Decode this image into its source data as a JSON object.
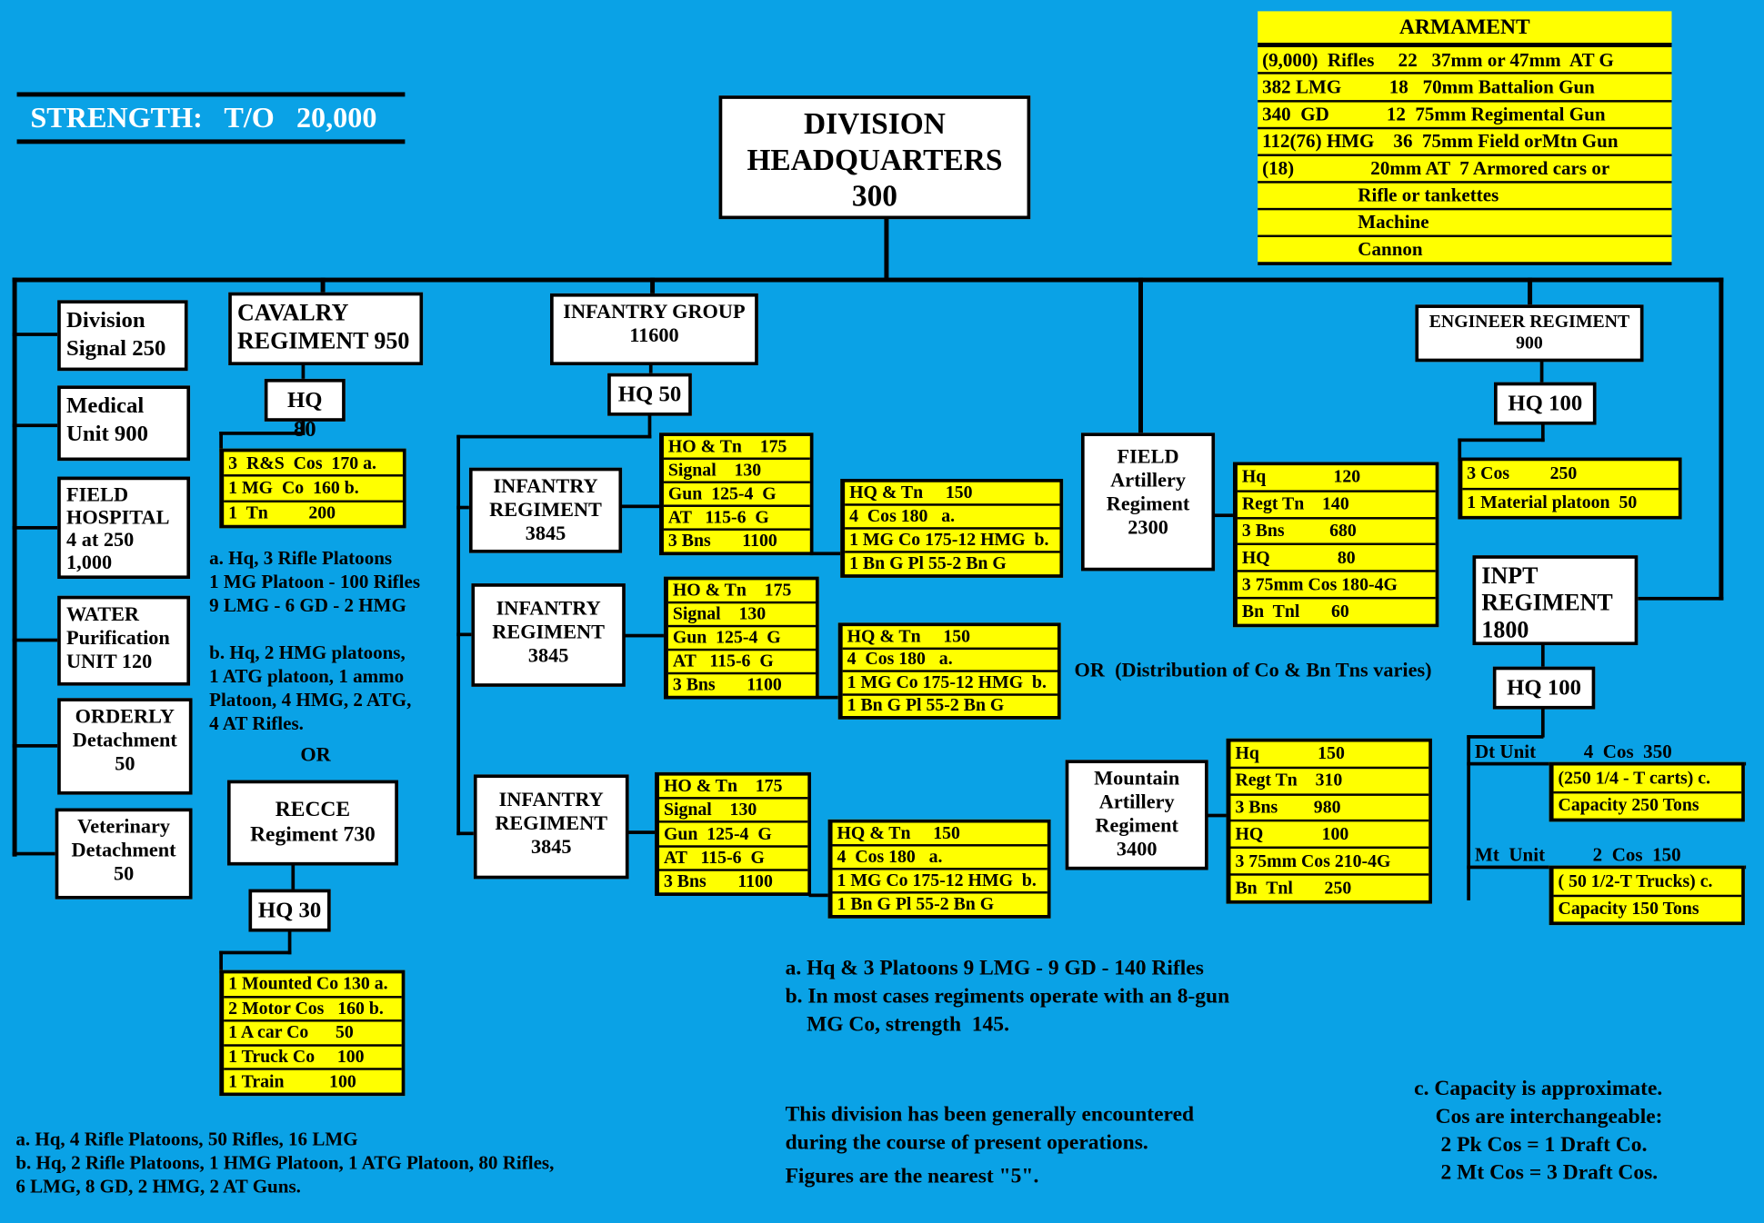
{
  "strength": "STRENGTH:   T/O   20,000",
  "hq": "DIVISION\nHEADQUARTERS\n300",
  "armament": {
    "title": "ARMAMENT",
    "rows": [
      "(9,000)  Rifles     22   37mm or 47mm  AT G",
      "382 LMG          18   70mm Battalion Gun",
      "340  GD            12  75mm Regimental Gun",
      "112(76) HMG    36  75mm Field orMtn Gun",
      "(18)                20mm AT  7 Armored cars or",
      "                    Rifle or tankettes",
      "                    Machine",
      "                    Cannon"
    ]
  },
  "left_units": [
    "Division\nSignal  250",
    "Medical\nUnit  900",
    "FIELD\nHOSPITAL\n4 at 250\n1,000",
    "WATER\nPurification\nUNIT  120",
    "ORDERLY\nDetachment\n50",
    "Veterinary\nDetachment\n50"
  ],
  "cavalry": {
    "title": "CAVALRY\nREGIMENT 950",
    "hq": "HQ 80",
    "table": [
      "3  R&S  Cos  170 a.",
      "1 MG  Co  160 b.",
      "1  Tn         200"
    ],
    "notes": "a. Hq, 3 Rifle Platoons\n1 MG Platoon - 100 Rifles\n9 LMG - 6 GD - 2 HMG\n\nb. Hq, 2 HMG platoons,\n1 ATG platoon, 1 ammo\nPlatoon, 4 HMG, 2 ATG,\n4 AT Rifles.",
    "or": "OR",
    "recce": "RECCE\nRegiment 730",
    "recce_hq": "HQ 30",
    "recce_table": [
      "1 Mounted Co 130 a.",
      "2 Motor Cos   160 b.",
      "1 A car Co      50",
      "1 Truck Co     100",
      "1 Train          100"
    ]
  },
  "infantry": {
    "group": "INFANTRY GROUP\n11600",
    "hq": "HQ 50",
    "regiments": [
      {
        "name": "INFANTRY\nREGIMENT\n3845",
        "t1": [
          "HO & Tn    175",
          "Signal    130",
          "Gun  125-4  G",
          "AT   115-6  G",
          "3 Bns       1100"
        ],
        "t2": [
          "HQ & Tn     150",
          "4  Cos 180   a.",
          "1 MG Co 175-12 HMG  b.",
          "1 Bn G Pl 55-2 Bn G"
        ]
      },
      {
        "name": "INFANTRY\nREGIMENT\n3845",
        "t1": [
          "HO & Tn    175",
          "Signal    130",
          "Gun  125-4  G",
          "AT   115-6  G",
          "3 Bns       1100"
        ],
        "t2": [
          "HQ & Tn     150",
          "4  Cos 180   a.",
          "1 MG Co 175-12 HMG  b.",
          "1 Bn G Pl 55-2 Bn G"
        ]
      },
      {
        "name": "INFANTRY\nREGIMENT\n3845",
        "t1": [
          "HO & Tn    175",
          "Signal    130",
          "Gun  125-4  G",
          "AT   115-6  G",
          "3 Bns       1100"
        ],
        "t2": [
          "HQ & Tn     150",
          "4  Cos 180   a.",
          "1 MG Co 175-12 HMG  b.",
          "1 Bn G Pl 55-2 Bn G"
        ]
      }
    ]
  },
  "field_art": {
    "name": "FIELD\nArtillery\nRegiment\n2300",
    "table": [
      "Hq               120",
      "Regt Tn    140",
      "3 Bns          680",
      "HQ               80",
      "3 75mm Cos 180-4G",
      "Bn  Tnl       60"
    ]
  },
  "or_note": "OR  (Distribution of Co & Bn Tns varies)",
  "mountain": {
    "name": "Mountain\nArtillery\nRegiment\n3400",
    "table": [
      "Hq             150",
      "Regt Tn    310",
      "3 Bns        980",
      "HQ             100",
      "3 75mm Cos 210-4G",
      "Bn  Tnl       250"
    ]
  },
  "engineer": {
    "name": "ENGINEER REGIMENT\n900",
    "hq": "HQ  100",
    "table": [
      "3 Cos         250",
      "1 Material platoon  50"
    ]
  },
  "inpt": {
    "name": "INPT\nREGIMENT\n1800",
    "hq": "HQ  100",
    "dt_unit": "Dt Unit          4  Cos  350",
    "dt_table": [
      "(250 1/4 - T carts) c.",
      "Capacity 250 Tons"
    ],
    "mt_unit": "Mt  Unit          2  Cos  150",
    "mt_table": [
      "( 50 1/2-T Trucks) c.",
      "Capacity 150 Tons"
    ]
  },
  "inf_notes": "a. Hq & 3 Platoons 9 LMG - 9 GD - 140 Rifles\nb. In most cases regiments operate with an 8-gun\n    MG Co, strength  145.",
  "division_note": "This division has been generally encountered\nduring the course of present operations.",
  "figures_note": "Figures are the nearest \"5\".",
  "capacity_note": "c. Capacity is approximate.\n    Cos are interchangeable:\n     2 Pk Cos = 1 Draft Co.\n     2 Mt Cos = 3 Draft Cos.",
  "cavalry_notes": "a. Hq, 4 Rifle Platoons, 50 Rifles, 16 LMG\nb. Hq, 2 Rifle Platoons, 1 HMG Platoon, 1 ATG Platoon, 80 Rifles,\n6 LMG, 8 GD, 2 HMG, 2 AT Guns."
}
